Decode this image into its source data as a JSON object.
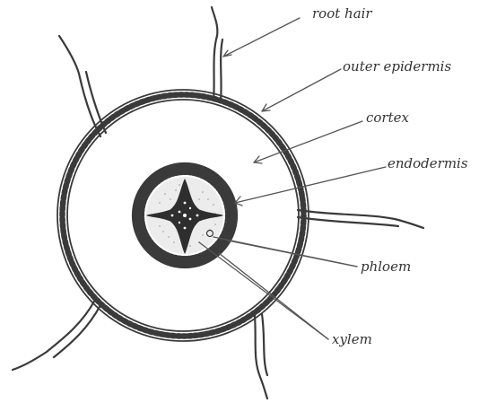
{
  "diagram": {
    "labels": {
      "root_hair": "root hair",
      "outer_epidermis": "outer epidermis",
      "cortex": "cortex",
      "endodermis": "endodermis",
      "phloem": "phloem",
      "xylem": "xylem"
    },
    "colors": {
      "ink": "#3a3a3a",
      "line": "#555555",
      "stipple": "#bdbdbd",
      "background": "#ffffff"
    }
  }
}
